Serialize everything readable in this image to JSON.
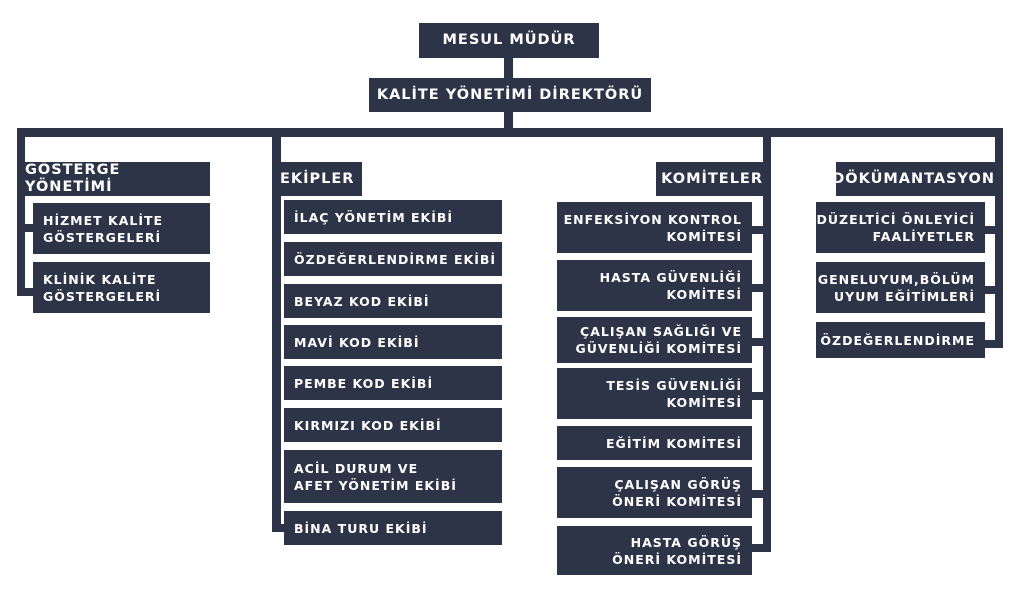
{
  "top": {
    "title": "MESUL MÜDÜR",
    "director": "KALİTE YÖNETİMİ DİREKTÖRÜ"
  },
  "colors": {
    "box": "#2d3447",
    "text": "#ffffff"
  },
  "branches": [
    {
      "title": "GÖSTERGE YÖNETİMİ",
      "items": [
        "HİZMET KALİTE\nGÖSTERGELERİ",
        "KLİNİK KALİTE\nGÖSTERGELERİ"
      ]
    },
    {
      "title": "EKİPLER",
      "items": [
        "İLAÇ YÖNETİM EKİBİ",
        "ÖZDEĞERLENDİRME EKİBİ",
        "BEYAZ KOD EKİBİ",
        "MAVİ KOD EKİBİ",
        "PEMBE KOD EKİBİ",
        "KIRMIZI KOD EKİBİ",
        "ACİL DURUM VE\nAFET YÖNETİM EKİBİ",
        "BİNA TURU EKİBİ"
      ]
    },
    {
      "title": "KOMİTELER",
      "items": [
        "ENFEKSİYON KONTROL\nKOMİTESİ",
        "HASTA GÜVENLİĞİ\nKOMİTESİ",
        "ÇALIŞAN SAĞLIĞI VE\nGÜVENLİĞİ KOMİTESİ",
        "TESİS GÜVENLİĞİ\nKOMİTESİ",
        "EĞİTİM KOMİTESİ",
        "ÇALIŞAN GÖRÜŞ\nÖNERİ KOMİTESİ",
        "HASTA GÖRÜŞ\nÖNERİ KOMİTESİ"
      ]
    },
    {
      "title": "DÖKÜMANTASYON",
      "items": [
        "DÜZELTİCİ ÖNLEYİCİ\nFAALİYETLER",
        "GENELUYUM,BÖLÜM\nUYUM EĞİTİMLERİ",
        "ÖZDEĞERLENDİRME"
      ]
    }
  ]
}
